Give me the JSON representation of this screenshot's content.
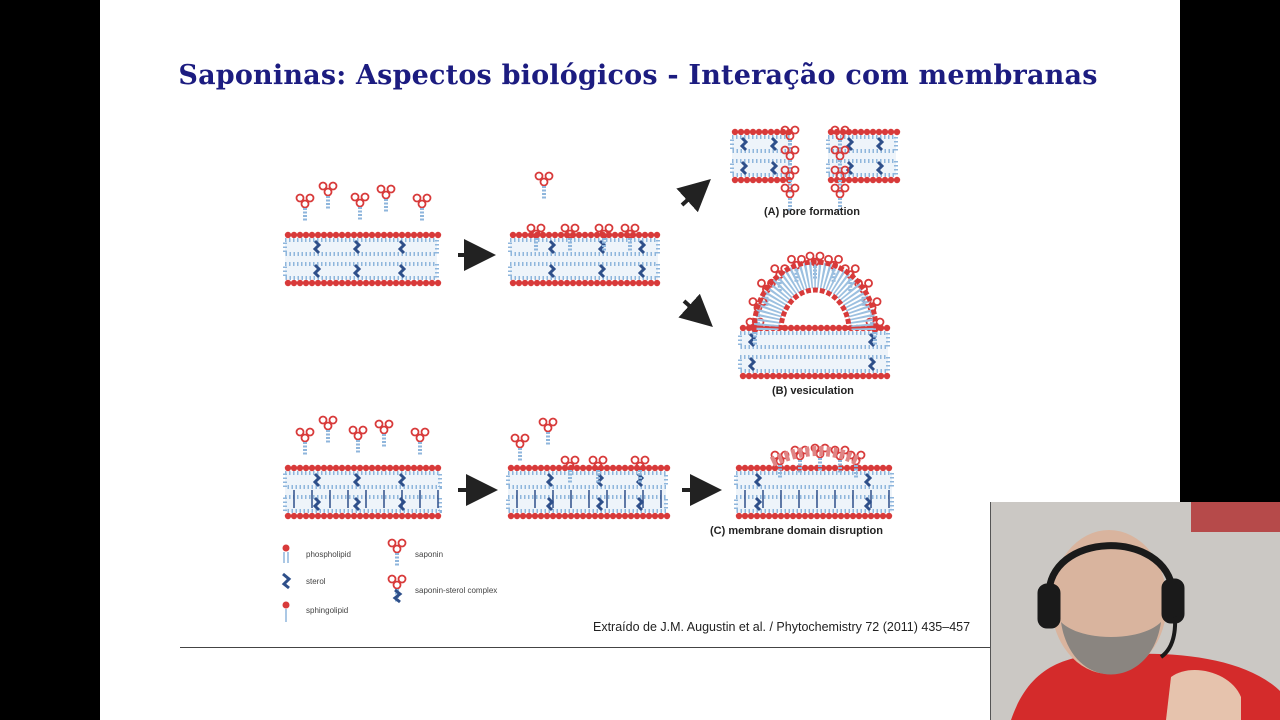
{
  "slide": {
    "title": "Saponinas: Aspectos biológicos - Interação com membranas",
    "source": "Extraído de J.M. Augustin et al. / Phytochemistry 72 (2011) 435–457"
  },
  "figure": {
    "labels": {
      "pore": "(A) pore formation",
      "vesiculation": "(B) vesiculation",
      "disruption": "(C)  membrane domain disruption"
    },
    "legend": {
      "phospholipid": "phospholipid",
      "sterol": "sterol",
      "sphingolipid": "sphingolipid",
      "saponin": "saponin",
      "complex": "saponin-sterol complex"
    }
  },
  "colors": {
    "title": "#1c1c80",
    "headgroup": "#d83a3a",
    "tail": "#8fb6dc",
    "sterol": "#2e4f8a",
    "saponin_sugar": "#e08585"
  },
  "webcam": {
    "icons": [
      "headset-icon",
      "person-icon"
    ]
  }
}
